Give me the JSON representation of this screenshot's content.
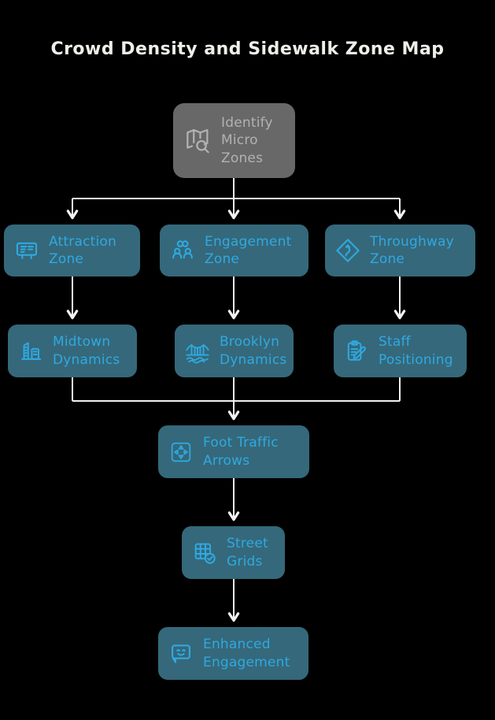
{
  "title": "Crowd Density and Sidewalk Zone Map",
  "colors": {
    "background": "#000000",
    "node_fill": "#35687A",
    "node_text": "#2FA9E1",
    "root_fill": "#686868",
    "root_text": "#B2B2B2",
    "title_text": "#EFEFEA",
    "connector": "#F2F2F2"
  },
  "nodes": {
    "root": {
      "label": "Identify Micro Zones",
      "icon": "map-search-icon"
    },
    "attraction": {
      "label": "Attraction Zone",
      "icon": "billboard-icon"
    },
    "engagement": {
      "label": "Engagement Zone",
      "icon": "people-rings-icon"
    },
    "throughway": {
      "label": "Throughway Zone",
      "icon": "road-sign-icon"
    },
    "midtown": {
      "label": "Midtown Dynamics",
      "icon": "skyscrapers-icon"
    },
    "brooklyn": {
      "label": "Brooklyn Dynamics",
      "icon": "bridge-icon"
    },
    "staff": {
      "label": "Staff Positioning",
      "icon": "clipboard-pen-icon"
    },
    "foot_traffic": {
      "label": "Foot Traffic Arrows",
      "icon": "four-arrows-icon"
    },
    "street_grids": {
      "label": "Street Grids",
      "icon": "grid-check-icon"
    },
    "enhanced": {
      "label": "Enhanced Engagement",
      "icon": "smiley-bubble-icon"
    }
  },
  "edges": [
    {
      "from": "Identify Micro Zones",
      "to": "Attraction Zone"
    },
    {
      "from": "Identify Micro Zones",
      "to": "Engagement Zone"
    },
    {
      "from": "Identify Micro Zones",
      "to": "Throughway Zone"
    },
    {
      "from": "Attraction Zone",
      "to": "Midtown Dynamics"
    },
    {
      "from": "Engagement Zone",
      "to": "Brooklyn Dynamics"
    },
    {
      "from": "Throughway Zone",
      "to": "Staff Positioning"
    },
    {
      "from": "Midtown Dynamics",
      "to": "Foot Traffic Arrows"
    },
    {
      "from": "Brooklyn Dynamics",
      "to": "Foot Traffic Arrows"
    },
    {
      "from": "Staff Positioning",
      "to": "Foot Traffic Arrows"
    },
    {
      "from": "Foot Traffic Arrows",
      "to": "Street Grids"
    },
    {
      "from": "Street Grids",
      "to": "Enhanced Engagement"
    }
  ]
}
